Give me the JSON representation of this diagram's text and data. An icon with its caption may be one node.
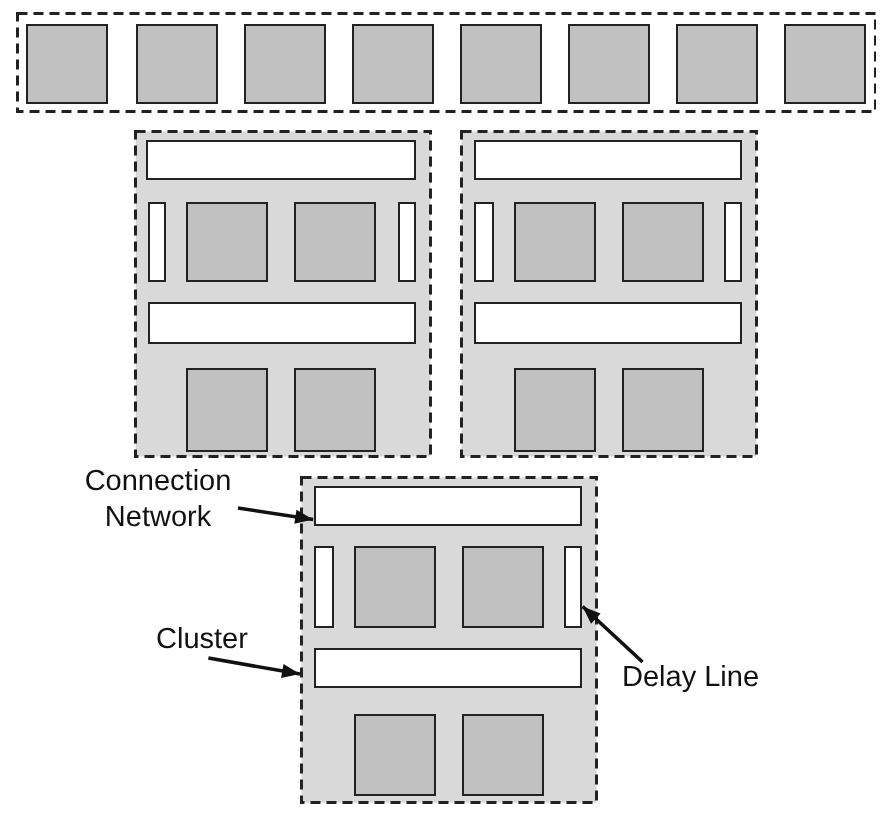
{
  "diagram": {
    "nodes": [
      {
        "text": [],
        "shape": "box"
      },
      {
        "text": [],
        "shape": "box",
        "in": 0
      },
      {
        "text": [],
        "shape": "box",
        "in": 0
      },
      {
        "text": [],
        "shape": "box",
        "in": 0
      },
      {
        "text": [],
        "shape": "box",
        "in": 0
      },
      {
        "text": [],
        "shape": "box",
        "in": 0
      },
      {
        "text": [],
        "shape": "box",
        "in": 0
      },
      {
        "text": [],
        "shape": "box",
        "in": 0
      },
      {
        "text": [],
        "shape": "box",
        "in": 0
      },
      {
        "text": [],
        "shape": "box"
      },
      {
        "text": [],
        "shape": "bar",
        "in": 9
      },
      {
        "text": [],
        "shape": "bar",
        "in": 9
      },
      {
        "text": [],
        "shape": "box",
        "in": 9
      },
      {
        "text": [],
        "shape": "box",
        "in": 9
      },
      {
        "text": [],
        "shape": "bar",
        "in": 9
      },
      {
        "text": [],
        "shape": "bar",
        "in": 9
      },
      {
        "text": [],
        "shape": "box",
        "in": 9
      },
      {
        "text": [],
        "shape": "box",
        "in": 9
      },
      {
        "text": [],
        "shape": "box"
      },
      {
        "text": [],
        "shape": "bar",
        "in": 18
      },
      {
        "text": [],
        "shape": "bar",
        "in": 18
      },
      {
        "text": [],
        "shape": "box",
        "in": 18
      },
      {
        "text": [],
        "shape": "box",
        "in": 18
      },
      {
        "text": [],
        "shape": "bar",
        "in": 18
      },
      {
        "text": [],
        "shape": "bar",
        "in": 18
      },
      {
        "text": [],
        "shape": "box",
        "in": 18
      },
      {
        "text": [],
        "shape": "box",
        "in": 18
      },
      {
        "text": [
          "Connection Network"
        ]
      },
      {
        "text": [],
        "shape": "box"
      },
      {
        "text": [],
        "shape": "bar",
        "in": 28
      },
      {
        "text": [],
        "shape": "bar",
        "in": 28
      },
      {
        "text": [],
        "shape": "box",
        "in": 28
      },
      {
        "text": [],
        "shape": "box",
        "in": 28
      },
      {
        "text": [],
        "shape": "bar",
        "in": 28
      },
      {
        "text": [],
        "shape": "bar",
        "in": 28
      },
      {
        "text": [],
        "shape": "box",
        "in": 28
      },
      {
        "text": [],
        "shape": "box",
        "in": 28
      },
      {
        "text": [
          "Cluster"
        ]
      },
      {
        "text": [
          "Delay Line"
        ]
      }
    ],
    "edges": [
      {
        "from": 27,
        "to": 29,
        "arrow": "to"
      },
      {
        "from": 37,
        "to": 28,
        "arrow": "to"
      },
      {
        "from": 38,
        "to": 33,
        "arrow": "to"
      }
    ]
  }
}
